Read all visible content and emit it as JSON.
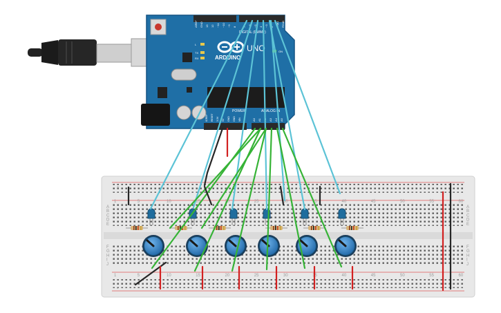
{
  "board": {
    "brand": "ARDUINO",
    "model": "UNO",
    "digital_label": "DIGITAL (PWM~)",
    "power_label": "POWER",
    "analog_label": "ANALOG IN",
    "on_label": "ON",
    "led_labels": [
      "L",
      "TX",
      "RX"
    ],
    "digital_pins": [
      "AREF",
      "GND",
      "13",
      "12",
      "~11",
      "~10",
      "~9",
      "8",
      "7",
      "~6",
      "~5",
      "4",
      "~3",
      "2",
      "TX▸1",
      "RX◂0"
    ],
    "power_pins": [
      "IOREF",
      "RESET",
      "3.3V",
      "5V",
      "GND",
      "GND",
      "VIN"
    ],
    "analog_pins": [
      "A0",
      "A1",
      "A2",
      "A3",
      "A4",
      "A5"
    ]
  },
  "breadboard": {
    "column_numbers": [
      "1",
      "5",
      "10",
      "15",
      "20",
      "25",
      "30",
      "35",
      "40",
      "45",
      "50",
      "55",
      "60"
    ],
    "row_letters_top": [
      "A",
      "B",
      "C",
      "D",
      "E"
    ],
    "row_letters_bottom": [
      "F",
      "G",
      "H",
      "I",
      "J"
    ],
    "rail_plus": "+",
    "rail_minus": "-"
  },
  "circuit": {
    "channels": 6,
    "components": [
      "LED",
      "resistor",
      "potentiometer"
    ]
  },
  "colors": {
    "board": "#1f6fa6",
    "breadboard": "#e8e8e8",
    "wire_digital": "#5cc3d6",
    "wire_analog": "#36b336",
    "wire_power": "#d22020",
    "wire_ground": "#262626",
    "led": "#1f6d9e",
    "knob": "#2c7fc4"
  }
}
